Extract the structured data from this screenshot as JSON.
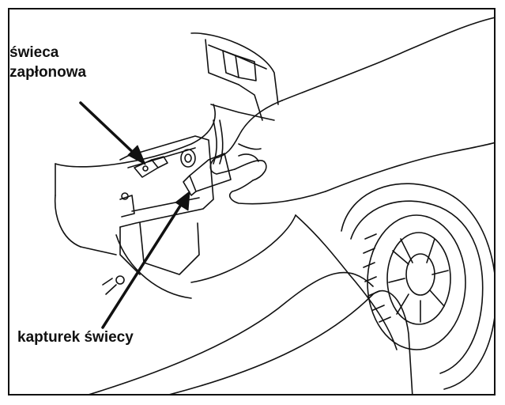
{
  "labels": {
    "spark_plug_line1": "świeca",
    "spark_plug_line2": "zapłonowa",
    "spark_cap": "kapturek świecy"
  },
  "colors": {
    "ink": "#111111",
    "background": "#ffffff"
  }
}
